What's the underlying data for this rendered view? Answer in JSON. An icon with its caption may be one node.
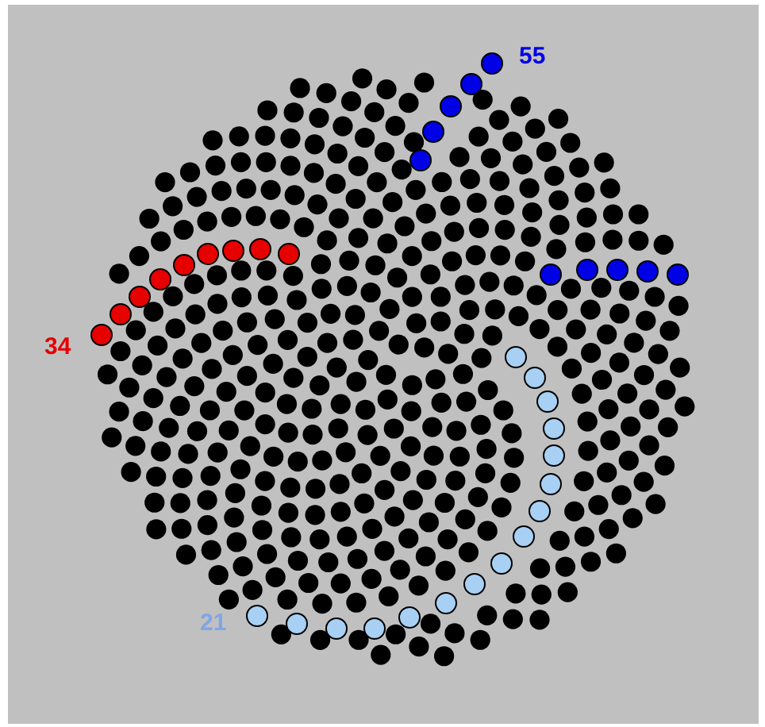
{
  "diagram": {
    "labels": [
      "55",
      "34",
      "21"
    ]
  }
}
